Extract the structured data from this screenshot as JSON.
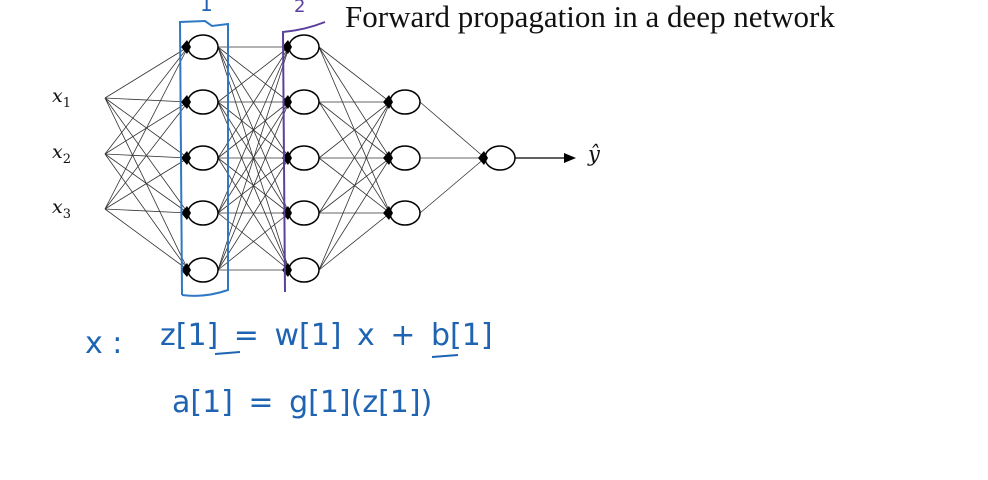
{
  "title": "Forward propagation in a deep network",
  "inputs": [
    {
      "name": "x",
      "sub": "1"
    },
    {
      "name": "x",
      "sub": "2"
    },
    {
      "name": "x",
      "sub": "3"
    }
  ],
  "layer_sizes": [
    5,
    5,
    3,
    1
  ],
  "output_label": "ŷ",
  "annotations": {
    "layer1_mark": "1",
    "layer2_mark": "2",
    "layer1_color": "#2f78c4",
    "layer2_color": "#5b3f9e"
  },
  "equations": {
    "line1_prefix": "x :",
    "line1": "z[1] = w[1] x + b[1]",
    "line2": "a[1] = g[1](z[1])"
  },
  "colors": {
    "ink": "#1f64b3"
  }
}
